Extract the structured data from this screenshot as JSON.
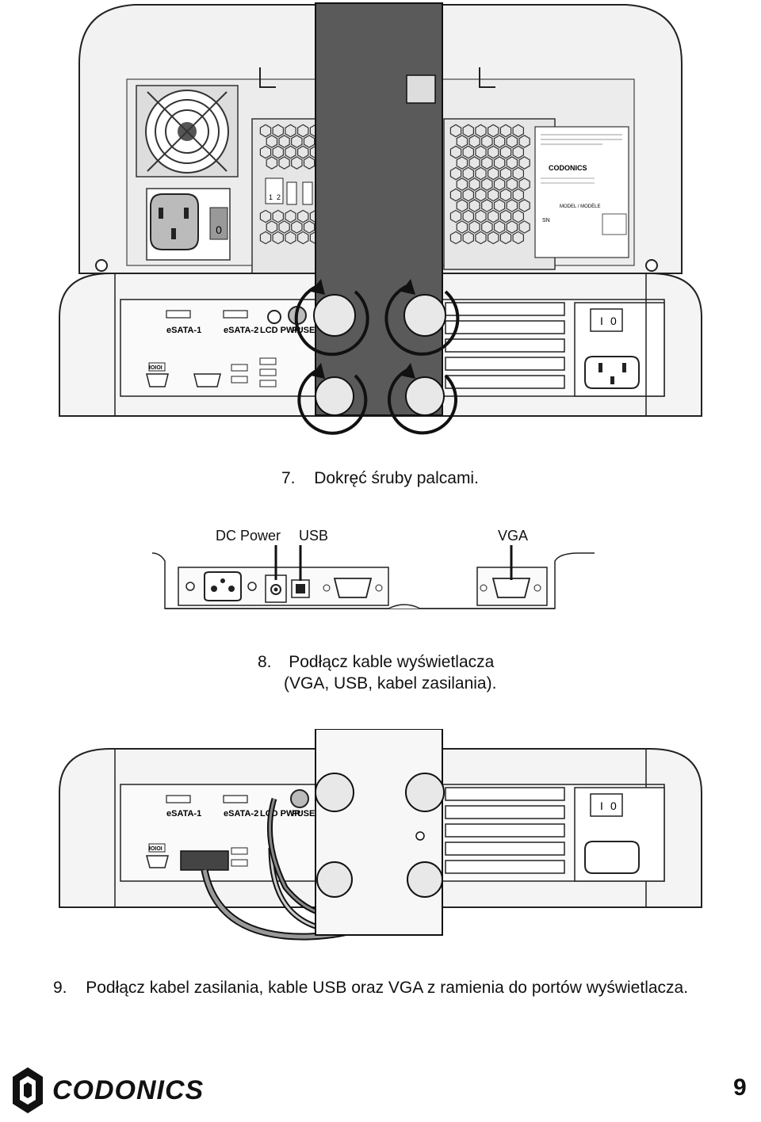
{
  "steps": [
    {
      "number": "7.",
      "text": "Dokręć śruby palcami."
    },
    {
      "number": "8.",
      "text_line1": "Podłącz kable wyświetlacza",
      "text_line2": "(VGA, USB, kabel zasilania)."
    },
    {
      "number": "9.",
      "text": "Podłącz kabel zasilania, kable USB oraz VGA z ramienia do portów wyświetlacza."
    }
  ],
  "figure1": {
    "labels": {
      "esata1": "eSATA-1",
      "esata2": "eSATA-2",
      "lcd_pwr": "LCD PWR",
      "fuse": "FUSE",
      "io": "IOIOI",
      "switch_0": "0",
      "switch_1": "I",
      "codonics": "CODONICS",
      "model": "MODEL / MODÈLE",
      "sn": "SN",
      "kbd_1": "1",
      "kbd_2": "2"
    }
  },
  "figure2": {
    "labels": {
      "dc_power": "DC Power",
      "usb": "USB",
      "vga": "VGA"
    }
  },
  "figure3": {
    "labels": {
      "esata1": "eSATA-1",
      "esata2": "eSATA-2",
      "lcd_pwr": "LCD PWR",
      "fuse": "FUSE",
      "io": "IOIOI",
      "switch_0": "0",
      "switch_1": "I"
    }
  },
  "footer": {
    "brand": "CODONICS",
    "page_number": "9"
  }
}
